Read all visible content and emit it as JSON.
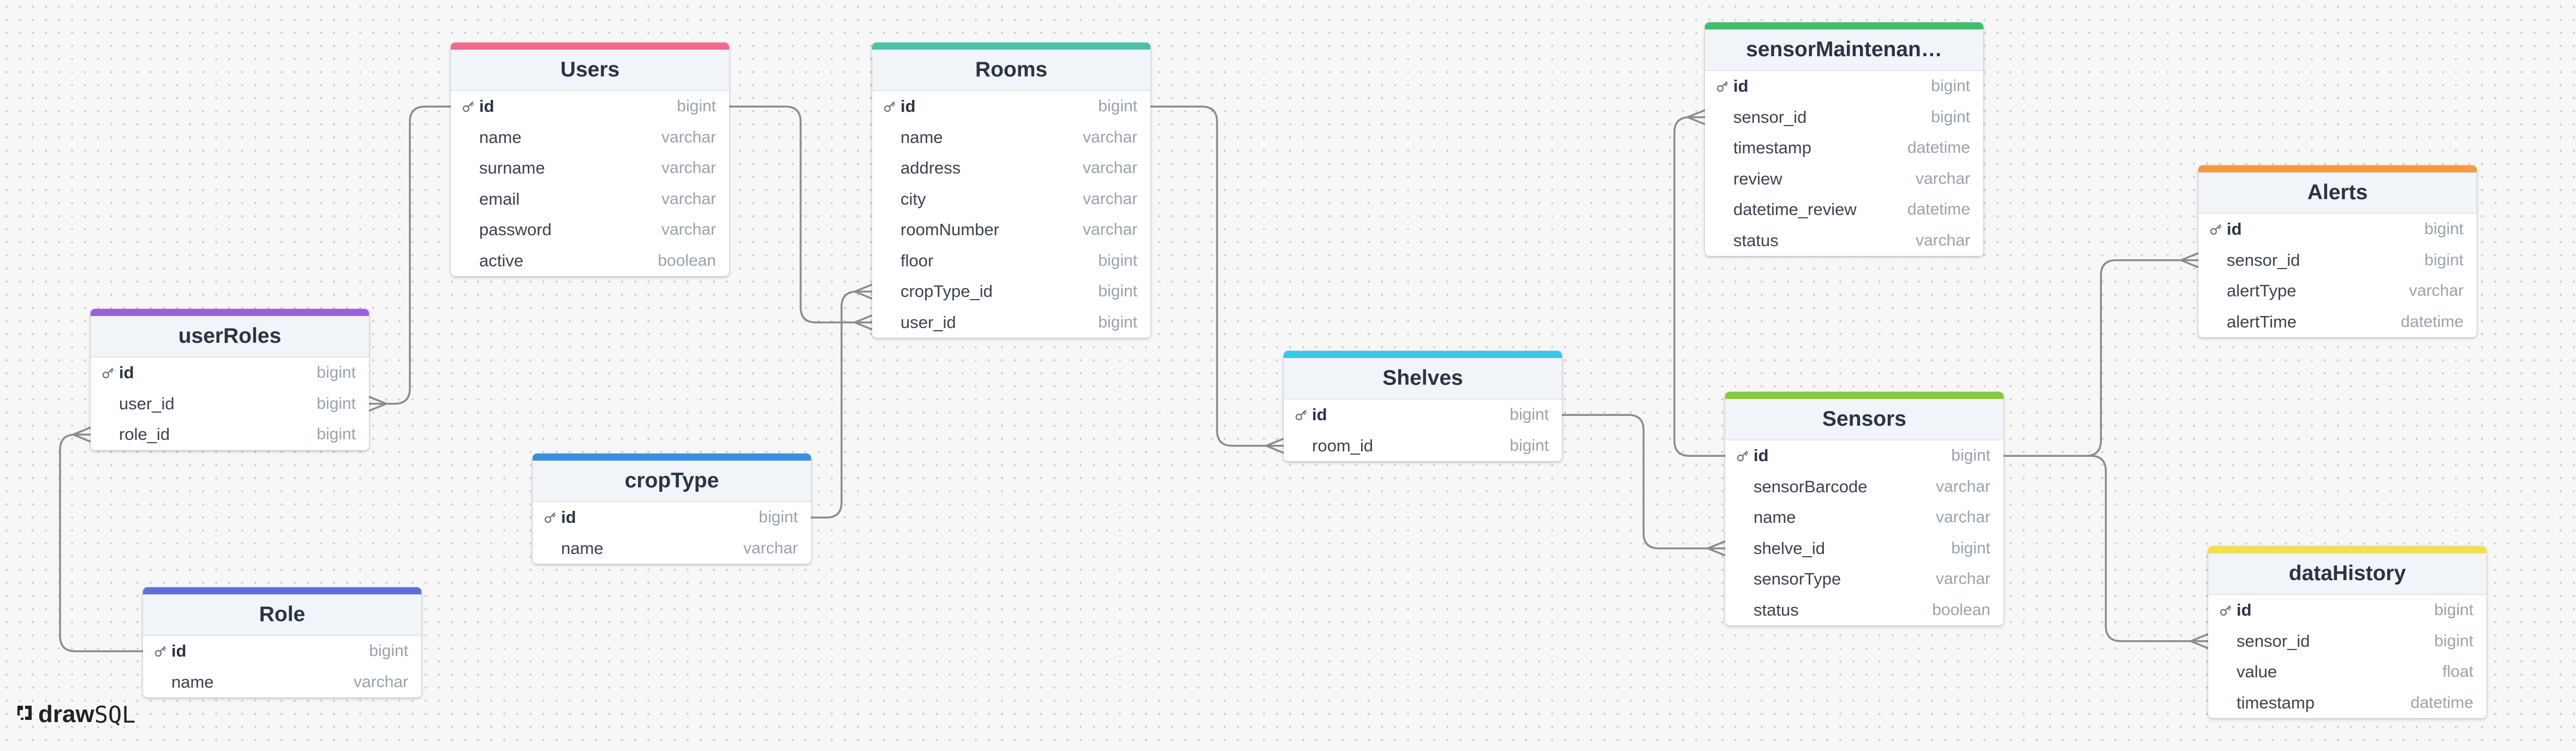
{
  "brand": {
    "draw": "draw",
    "sql": "SQL"
  },
  "colors": {
    "connector": "#8c8c8c"
  },
  "tables": [
    {
      "id": "Users",
      "title": "Users",
      "color": "#f06a8a",
      "columns": [
        {
          "name": "id",
          "type": "bigint",
          "pk": true
        },
        {
          "name": "name",
          "type": "varchar"
        },
        {
          "name": "surname",
          "type": "varchar"
        },
        {
          "name": "email",
          "type": "varchar"
        },
        {
          "name": "password",
          "type": "varchar"
        },
        {
          "name": "active",
          "type": "boolean"
        }
      ]
    },
    {
      "id": "Rooms",
      "title": "Rooms",
      "color": "#4fc0a8",
      "columns": [
        {
          "name": "id",
          "type": "bigint",
          "pk": true
        },
        {
          "name": "name",
          "type": "varchar"
        },
        {
          "name": "address",
          "type": "varchar"
        },
        {
          "name": "city",
          "type": "varchar"
        },
        {
          "name": "roomNumber",
          "type": "varchar"
        },
        {
          "name": "floor",
          "type": "bigint"
        },
        {
          "name": "cropType_id",
          "type": "bigint"
        },
        {
          "name": "user_id",
          "type": "bigint"
        }
      ]
    },
    {
      "id": "sensorMaintenance",
      "title": "sensorMaintenan…",
      "color": "#3cbf6b",
      "columns": [
        {
          "name": "id",
          "type": "bigint",
          "pk": true
        },
        {
          "name": "sensor_id",
          "type": "bigint"
        },
        {
          "name": "timestamp",
          "type": "datetime"
        },
        {
          "name": "review",
          "type": "varchar"
        },
        {
          "name": "datetime_review",
          "type": "datetime"
        },
        {
          "name": "status",
          "type": "varchar"
        }
      ]
    },
    {
      "id": "Alerts",
      "title": "Alerts",
      "color": "#f59a42",
      "columns": [
        {
          "name": "id",
          "type": "bigint",
          "pk": true
        },
        {
          "name": "sensor_id",
          "type": "bigint"
        },
        {
          "name": "alertType",
          "type": "varchar"
        },
        {
          "name": "alertTime",
          "type": "datetime"
        }
      ]
    },
    {
      "id": "userRoles",
      "title": "userRoles",
      "color": "#9b5fe0",
      "columns": [
        {
          "name": "id",
          "type": "bigint",
          "pk": true
        },
        {
          "name": "user_id",
          "type": "bigint"
        },
        {
          "name": "role_id",
          "type": "bigint"
        }
      ]
    },
    {
      "id": "Shelves",
      "title": "Shelves",
      "color": "#38c7e6",
      "columns": [
        {
          "name": "id",
          "type": "bigint",
          "pk": true
        },
        {
          "name": "room_id",
          "type": "bigint"
        }
      ]
    },
    {
      "id": "Sensors",
      "title": "Sensors",
      "color": "#86c93c",
      "columns": [
        {
          "name": "id",
          "type": "bigint",
          "pk": true
        },
        {
          "name": "sensorBarcode",
          "type": "varchar"
        },
        {
          "name": "name",
          "type": "varchar"
        },
        {
          "name": "shelve_id",
          "type": "bigint"
        },
        {
          "name": "sensorType",
          "type": "varchar"
        },
        {
          "name": "status",
          "type": "boolean"
        }
      ]
    },
    {
      "id": "cropType",
      "title": "cropType",
      "color": "#3b8fdc",
      "columns": [
        {
          "name": "id",
          "type": "bigint",
          "pk": true
        },
        {
          "name": "name",
          "type": "varchar"
        }
      ]
    },
    {
      "id": "Role",
      "title": "Role",
      "color": "#6070d8",
      "columns": [
        {
          "name": "id",
          "type": "bigint",
          "pk": true
        },
        {
          "name": "name",
          "type": "varchar"
        }
      ]
    },
    {
      "id": "dataHistory",
      "title": "dataHistory",
      "color": "#f2e04a",
      "columns": [
        {
          "name": "id",
          "type": "bigint",
          "pk": true
        },
        {
          "name": "sensor_id",
          "type": "bigint"
        },
        {
          "name": "value",
          "type": "float"
        },
        {
          "name": "timestamp",
          "type": "datetime"
        }
      ]
    }
  ],
  "relations": [
    {
      "from": "Users.id",
      "to": "userRoles.user_id"
    },
    {
      "from": "Users.id",
      "to": "Rooms.user_id"
    },
    {
      "from": "cropType.id",
      "to": "Rooms.cropType_id"
    },
    {
      "from": "Role.id",
      "to": "userRoles.role_id"
    },
    {
      "from": "Rooms.id",
      "to": "Shelves.room_id"
    },
    {
      "from": "Shelves.id",
      "to": "Sensors.shelve_id"
    },
    {
      "from": "Sensors.id",
      "to": "sensorMaintenance.sensor_id"
    },
    {
      "from": "Sensors.id",
      "to": "Alerts.sensor_id"
    },
    {
      "from": "Sensors.id",
      "to": "dataHistory.sensor_id"
    }
  ]
}
